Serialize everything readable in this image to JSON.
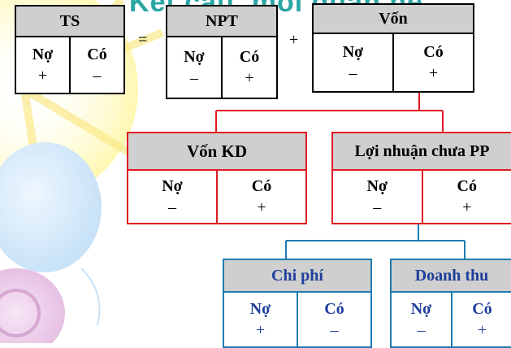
{
  "title": "Kết cấu, mối quan hệ",
  "operators": {
    "equals": "=",
    "plus": "+"
  },
  "accounts": {
    "ts": {
      "name": "TS",
      "debit": "Nợ",
      "credit": "Có",
      "debit_sign": "+",
      "credit_sign": "–"
    },
    "npt": {
      "name": "NPT",
      "debit": "Nợ",
      "credit": "Có",
      "debit_sign": "–",
      "credit_sign": "+"
    },
    "von": {
      "name": "Vốn",
      "debit": "Nợ",
      "credit": "Có",
      "debit_sign": "–",
      "credit_sign": "+"
    },
    "von_kd": {
      "name": "Vốn KD",
      "debit": "Nợ",
      "credit": "Có",
      "debit_sign": "–",
      "credit_sign": "+"
    },
    "loi_nhuan": {
      "name": "Lợi nhuận chưa PP",
      "debit": "Nợ",
      "credit": "Có",
      "debit_sign": "–",
      "credit_sign": "+"
    },
    "chi_phi": {
      "name": "Chi phí",
      "debit": "Nợ",
      "credit": "Có",
      "debit_sign": "+",
      "credit_sign": "–"
    },
    "doanh_thu": {
      "name": "Doanh thu",
      "debit": "Nợ",
      "credit": "Có",
      "debit_sign": "–",
      "credit_sign": "+"
    }
  },
  "colors": {
    "red_connector": "#e01a22",
    "blue_connector": "#1e7bb0",
    "header_fill": "#cfcfcf",
    "title": "#2aa6a4"
  }
}
